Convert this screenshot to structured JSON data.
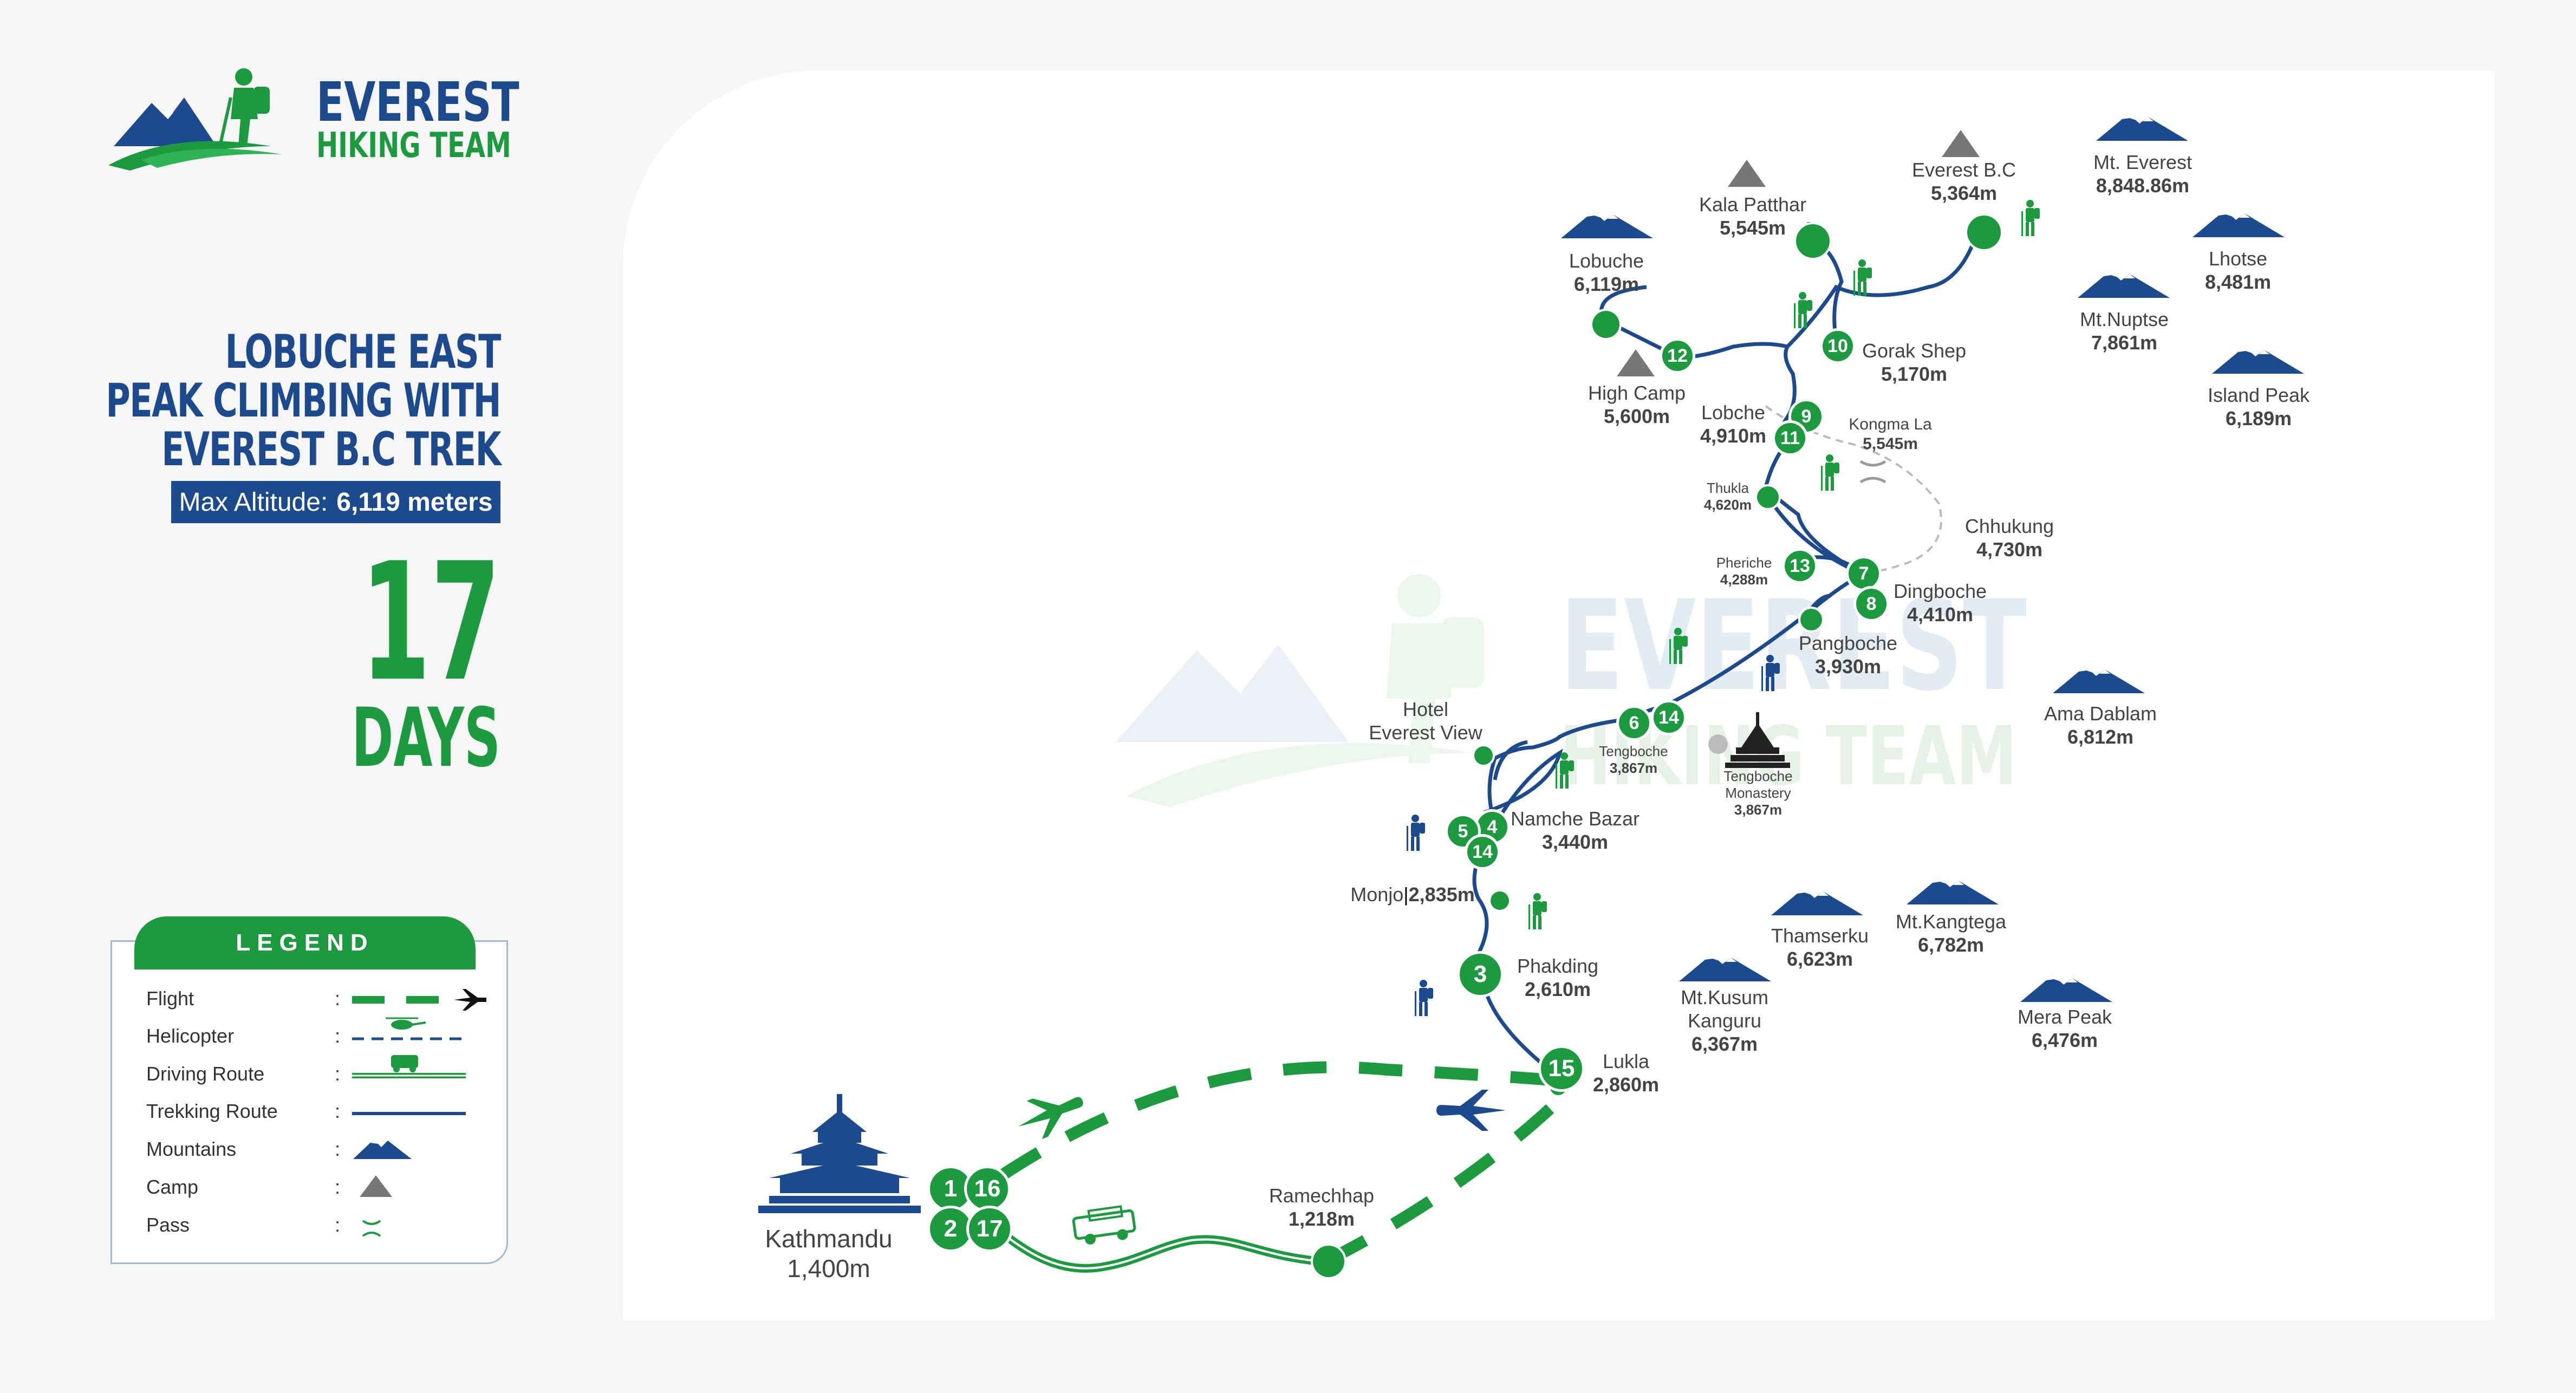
{
  "brand": {
    "line1": "EVEREST",
    "line2": "HIKING TEAM"
  },
  "trip": {
    "title_lines": [
      "LOBUCHE EAST",
      "PEAK CLIMBING WITH",
      "EVEREST B.C TREK"
    ],
    "max_altitude_label": "Max Altitude:",
    "max_altitude_value": "6,119 meters",
    "days_number": "17",
    "days_word": "DAYS"
  },
  "legend": {
    "title": "LEGEND",
    "items": [
      {
        "label": "Flight",
        "colon": ":"
      },
      {
        "label": "Helicopter",
        "colon": ":"
      },
      {
        "label": "Driving Route",
        "colon": ":"
      },
      {
        "label": "Trekking Route",
        "colon": ":"
      },
      {
        "label": "Mountains",
        "colon": ":"
      },
      {
        "label": "Camp",
        "colon": ":"
      },
      {
        "label": "Pass",
        "colon": ":"
      }
    ]
  },
  "watermark": {
    "line1": "EVEREST",
    "line2": "HIKING TEAM"
  },
  "colors": {
    "navy": "#1c4a8c",
    "green": "#1d9a3f",
    "grey": "#666666"
  },
  "places": {
    "kathmandu": {
      "name": "Kathmandu",
      "alt": "1,400m"
    },
    "ramechhap": {
      "name": "Ramechhap",
      "alt": "1,218m"
    },
    "lukla": {
      "name": "Lukla",
      "alt": "2,860m"
    },
    "phakding": {
      "name": "Phakding",
      "alt": "2,610m"
    },
    "monjo": {
      "name": "Monjo",
      "alt": "2,835m"
    },
    "namche": {
      "name": "Namche Bazar",
      "alt": "3,440m"
    },
    "hotel_everest_view": {
      "name1": "Hotel",
      "name2": "Everest View"
    },
    "tengboche": {
      "name": "Tengboche",
      "alt": "3,867m"
    },
    "tengboche_monastery": {
      "name1": "Tengboche",
      "name2": "Monastery",
      "alt": "3,867m"
    },
    "pangboche": {
      "name": "Pangboche",
      "alt": "3,930m"
    },
    "dingboche": {
      "name": "Dingboche",
      "alt": "4,410m"
    },
    "pheriche": {
      "name": "Pheriche",
      "alt": "4,288m"
    },
    "chhukung": {
      "name": "Chhukung",
      "alt": "4,730m"
    },
    "thukla": {
      "name": "Thukla",
      "alt": "4,620m"
    },
    "kongma_la": {
      "name": "Kongma La",
      "alt": "5,545m"
    },
    "lobche": {
      "name": "Lobche",
      "alt": "4,910m"
    },
    "high_camp": {
      "name": "High Camp",
      "alt": "5,600m"
    },
    "lobuche": {
      "name": "Lobuche",
      "alt": "6,119m"
    },
    "gorak_shep": {
      "name": "Gorak Shep",
      "alt": "5,170m"
    },
    "kala_patthar": {
      "name": "Kala Patthar",
      "alt": "5,545m"
    },
    "everest_bc": {
      "name": "Everest B.C",
      "alt": "5,364m"
    }
  },
  "mountains": {
    "everest": {
      "name": "Mt. Everest",
      "alt": "8,848.86m"
    },
    "lhotse": {
      "name": "Lhotse",
      "alt": "8,481m"
    },
    "nuptse": {
      "name": "Mt.Nuptse",
      "alt": "7,861m"
    },
    "island_peak": {
      "name": "Island Peak",
      "alt": "6,189m"
    },
    "ama_dablam": {
      "name": "Ama Dablam",
      "alt": "6,812m"
    },
    "thamserku": {
      "name": "Thamserku",
      "alt": "6,623m"
    },
    "kangtega": {
      "name": "Mt.Kangtega",
      "alt": "6,782m"
    },
    "kusum_kanguru": {
      "name1": "Mt.Kusum",
      "name2": "Kanguru",
      "alt": "6,367m"
    },
    "mera_peak": {
      "name": "Mera Peak",
      "alt": "6,476m"
    }
  },
  "day_markers": [
    "1",
    "16",
    "2",
    "17",
    "3",
    "4",
    "5",
    "14",
    "6",
    "14",
    "7",
    "8",
    "13",
    "9",
    "11",
    "10",
    "12",
    "15"
  ]
}
